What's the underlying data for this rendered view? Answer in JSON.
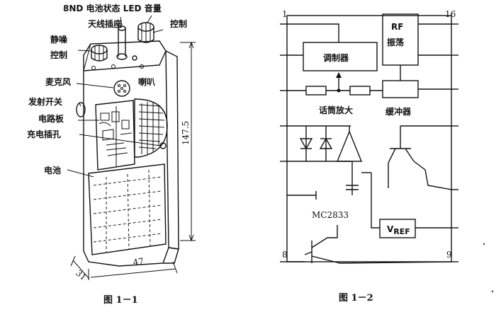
{
  "left_figure": {
    "labels": {
      "top": "8ND 电池状态 LED 音量",
      "antenna": "天线插座",
      "control_right": "控制",
      "mute_1": "静噪",
      "mute_2": "控制",
      "mic": "麦克风",
      "speaker": "喇叭",
      "ptt": "发射开关",
      "pcb": "电路板",
      "charge": "充电插孔",
      "battery": "电池"
    },
    "dimensions": {
      "height": "147.5",
      "width": "47",
      "depth": "31"
    },
    "caption": "图 1－1"
  },
  "right_figure": {
    "pins": {
      "p1": "1",
      "p16": "16",
      "p8": "8",
      "p9": "9"
    },
    "blocks": {
      "modulator": "调制器",
      "rf_1": "RF",
      "rf_2": "振荡",
      "buffer": "缓冲器",
      "mic_amp": "话筒放大",
      "vref": "V",
      "vref_sub": "REF"
    },
    "chip": "MC2833",
    "caption": "图 1－2"
  },
  "colors": {
    "ink": "#111111",
    "paper": "#ffffff"
  }
}
